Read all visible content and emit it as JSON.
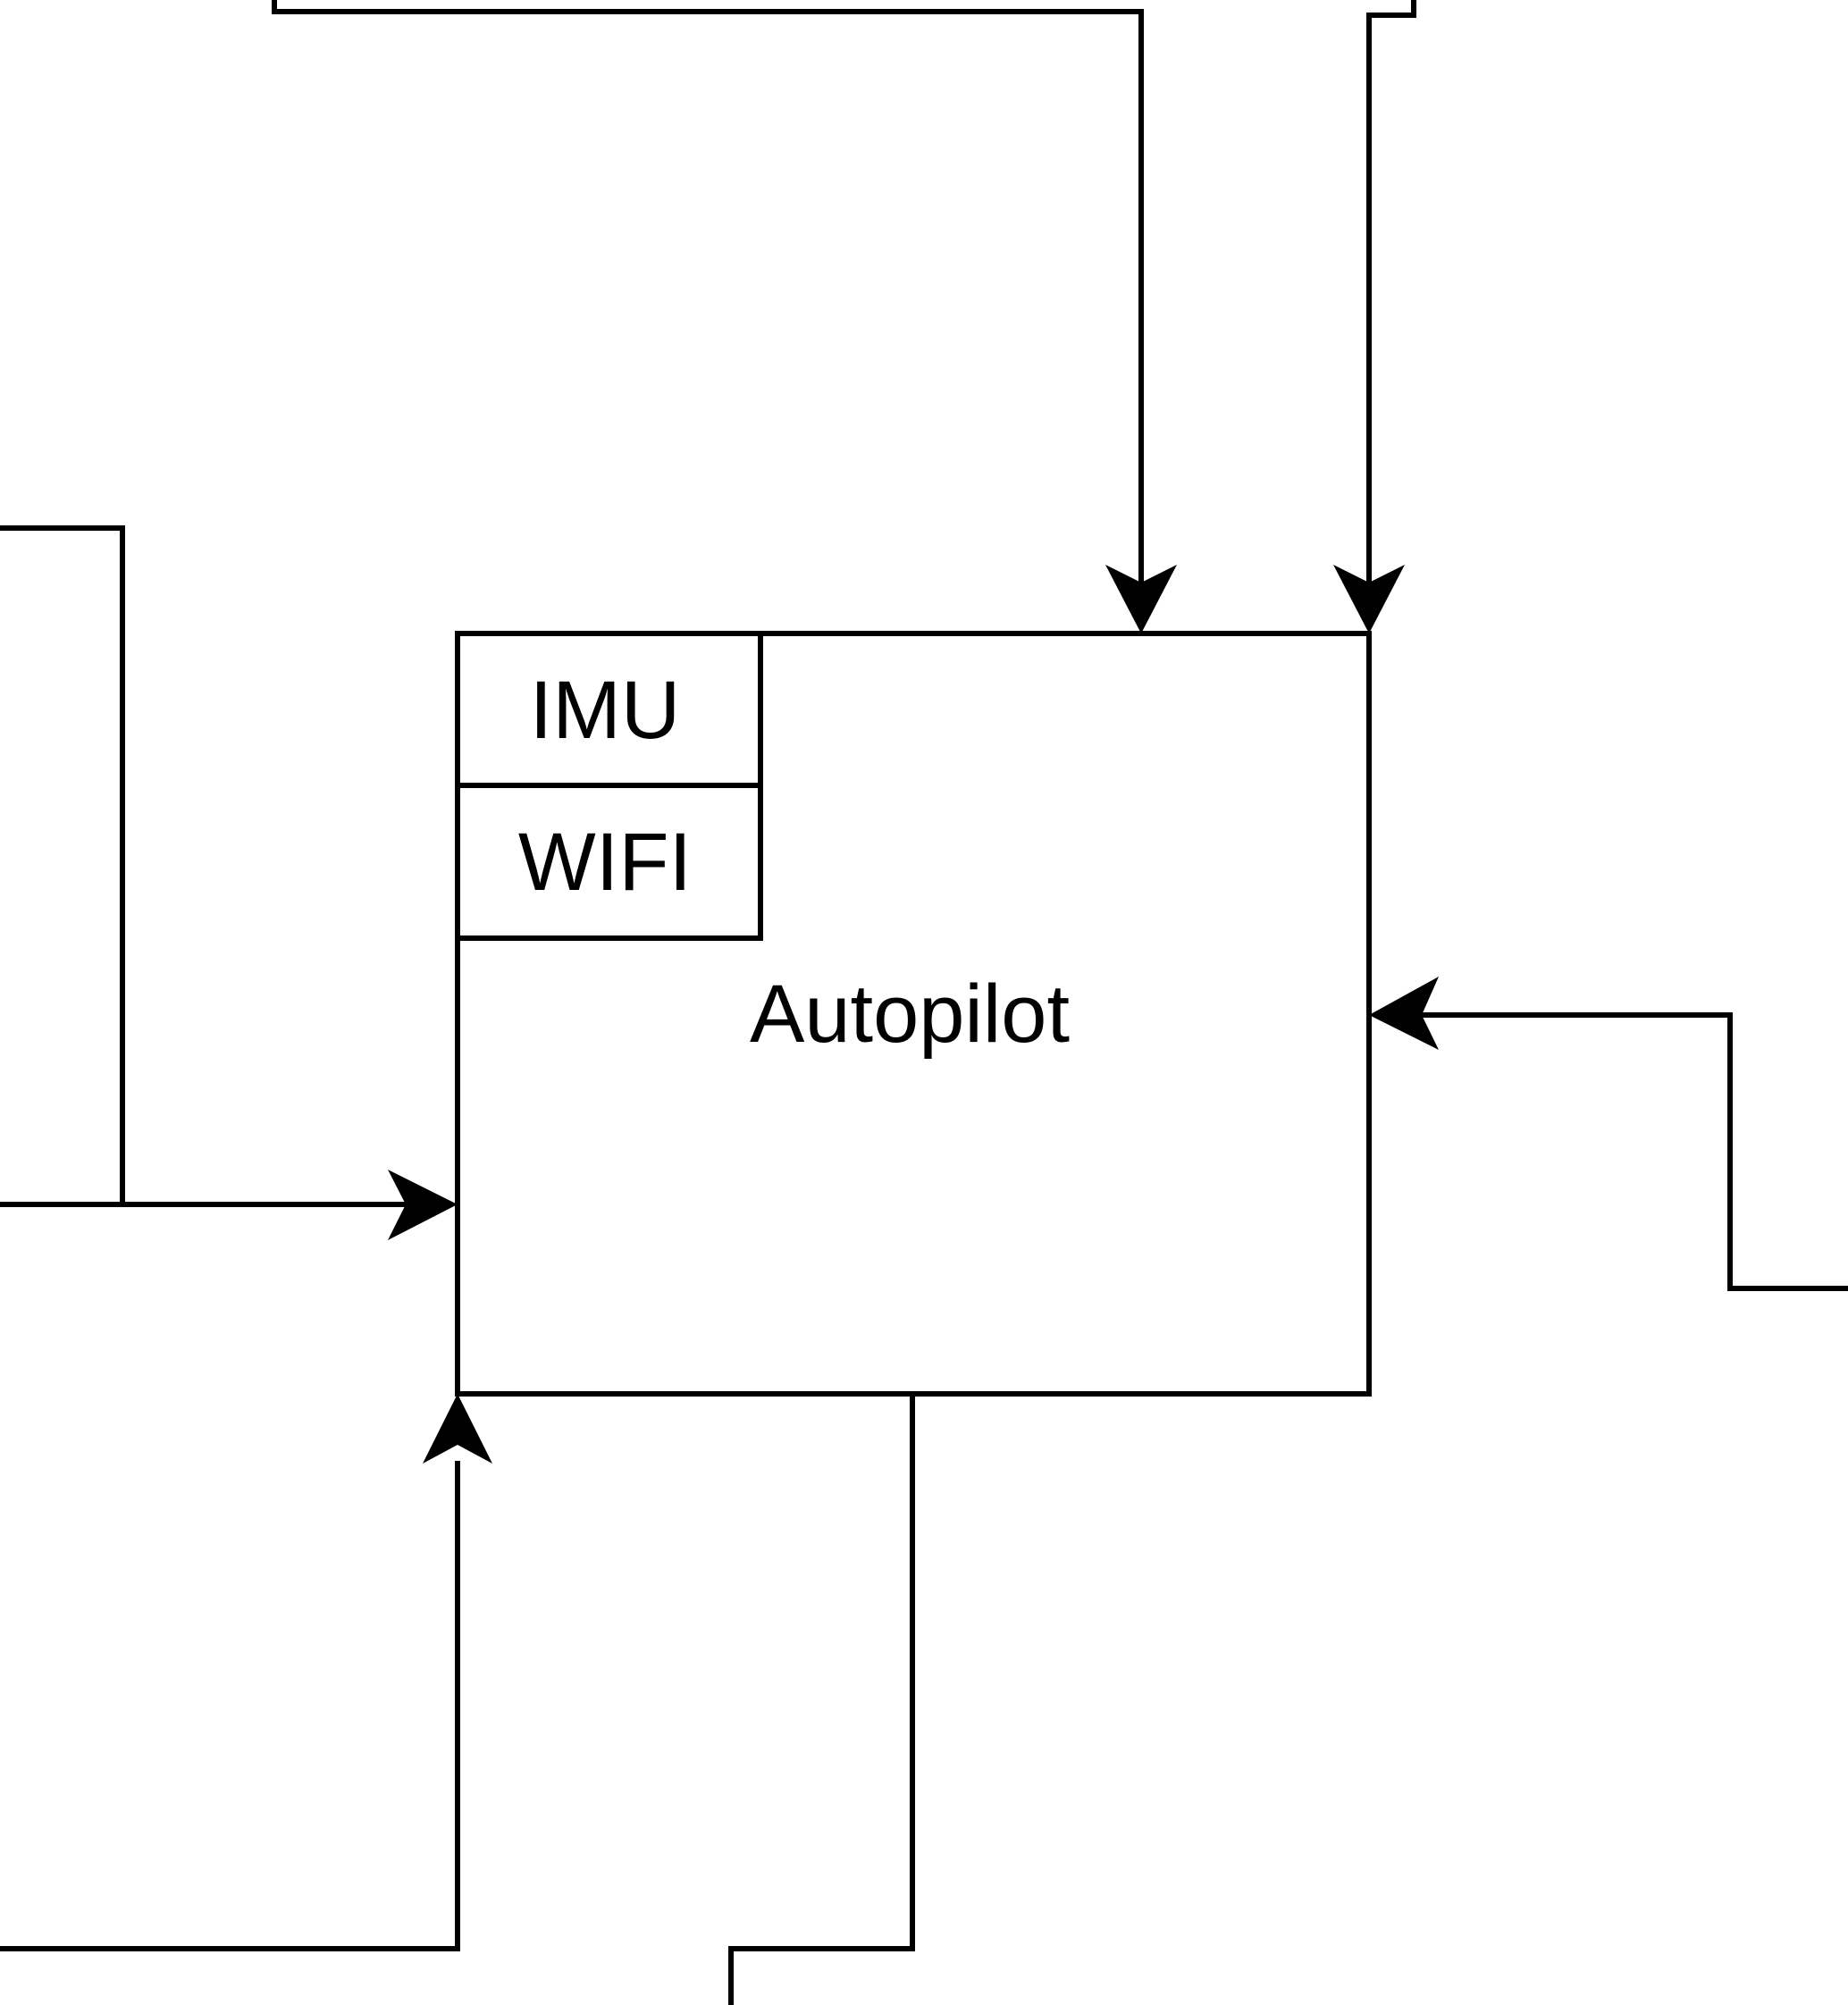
{
  "diagram": {
    "title": "",
    "stroke_color": "#000000",
    "background_color": "#ffffff",
    "main_block": {
      "id": "autopilot",
      "label": "Autopilot"
    },
    "sub_blocks": [
      {
        "id": "imu",
        "label": "IMU"
      },
      {
        "id": "wifi",
        "label": "WIFI"
      }
    ],
    "connectors": [
      {
        "id": "top-left-input",
        "direction": "into-autopilot",
        "enters_from": "top",
        "arrowhead": true
      },
      {
        "id": "top-right-input",
        "direction": "into-autopilot",
        "enters_from": "top",
        "arrowhead": true
      },
      {
        "id": "left-input",
        "direction": "into-autopilot",
        "enters_from": "left",
        "arrowhead": true
      },
      {
        "id": "left-branch",
        "direction": "joins-left-input",
        "enters_from": "left",
        "arrowhead": false
      },
      {
        "id": "right-input",
        "direction": "into-autopilot",
        "enters_from": "right",
        "arrowhead": true
      },
      {
        "id": "bottom-left-input",
        "direction": "into-autopilot",
        "enters_from": "bottom",
        "arrowhead": true
      },
      {
        "id": "bottom-output",
        "direction": "out-of-autopilot",
        "exits_to": "bottom",
        "arrowhead": false
      }
    ]
  }
}
